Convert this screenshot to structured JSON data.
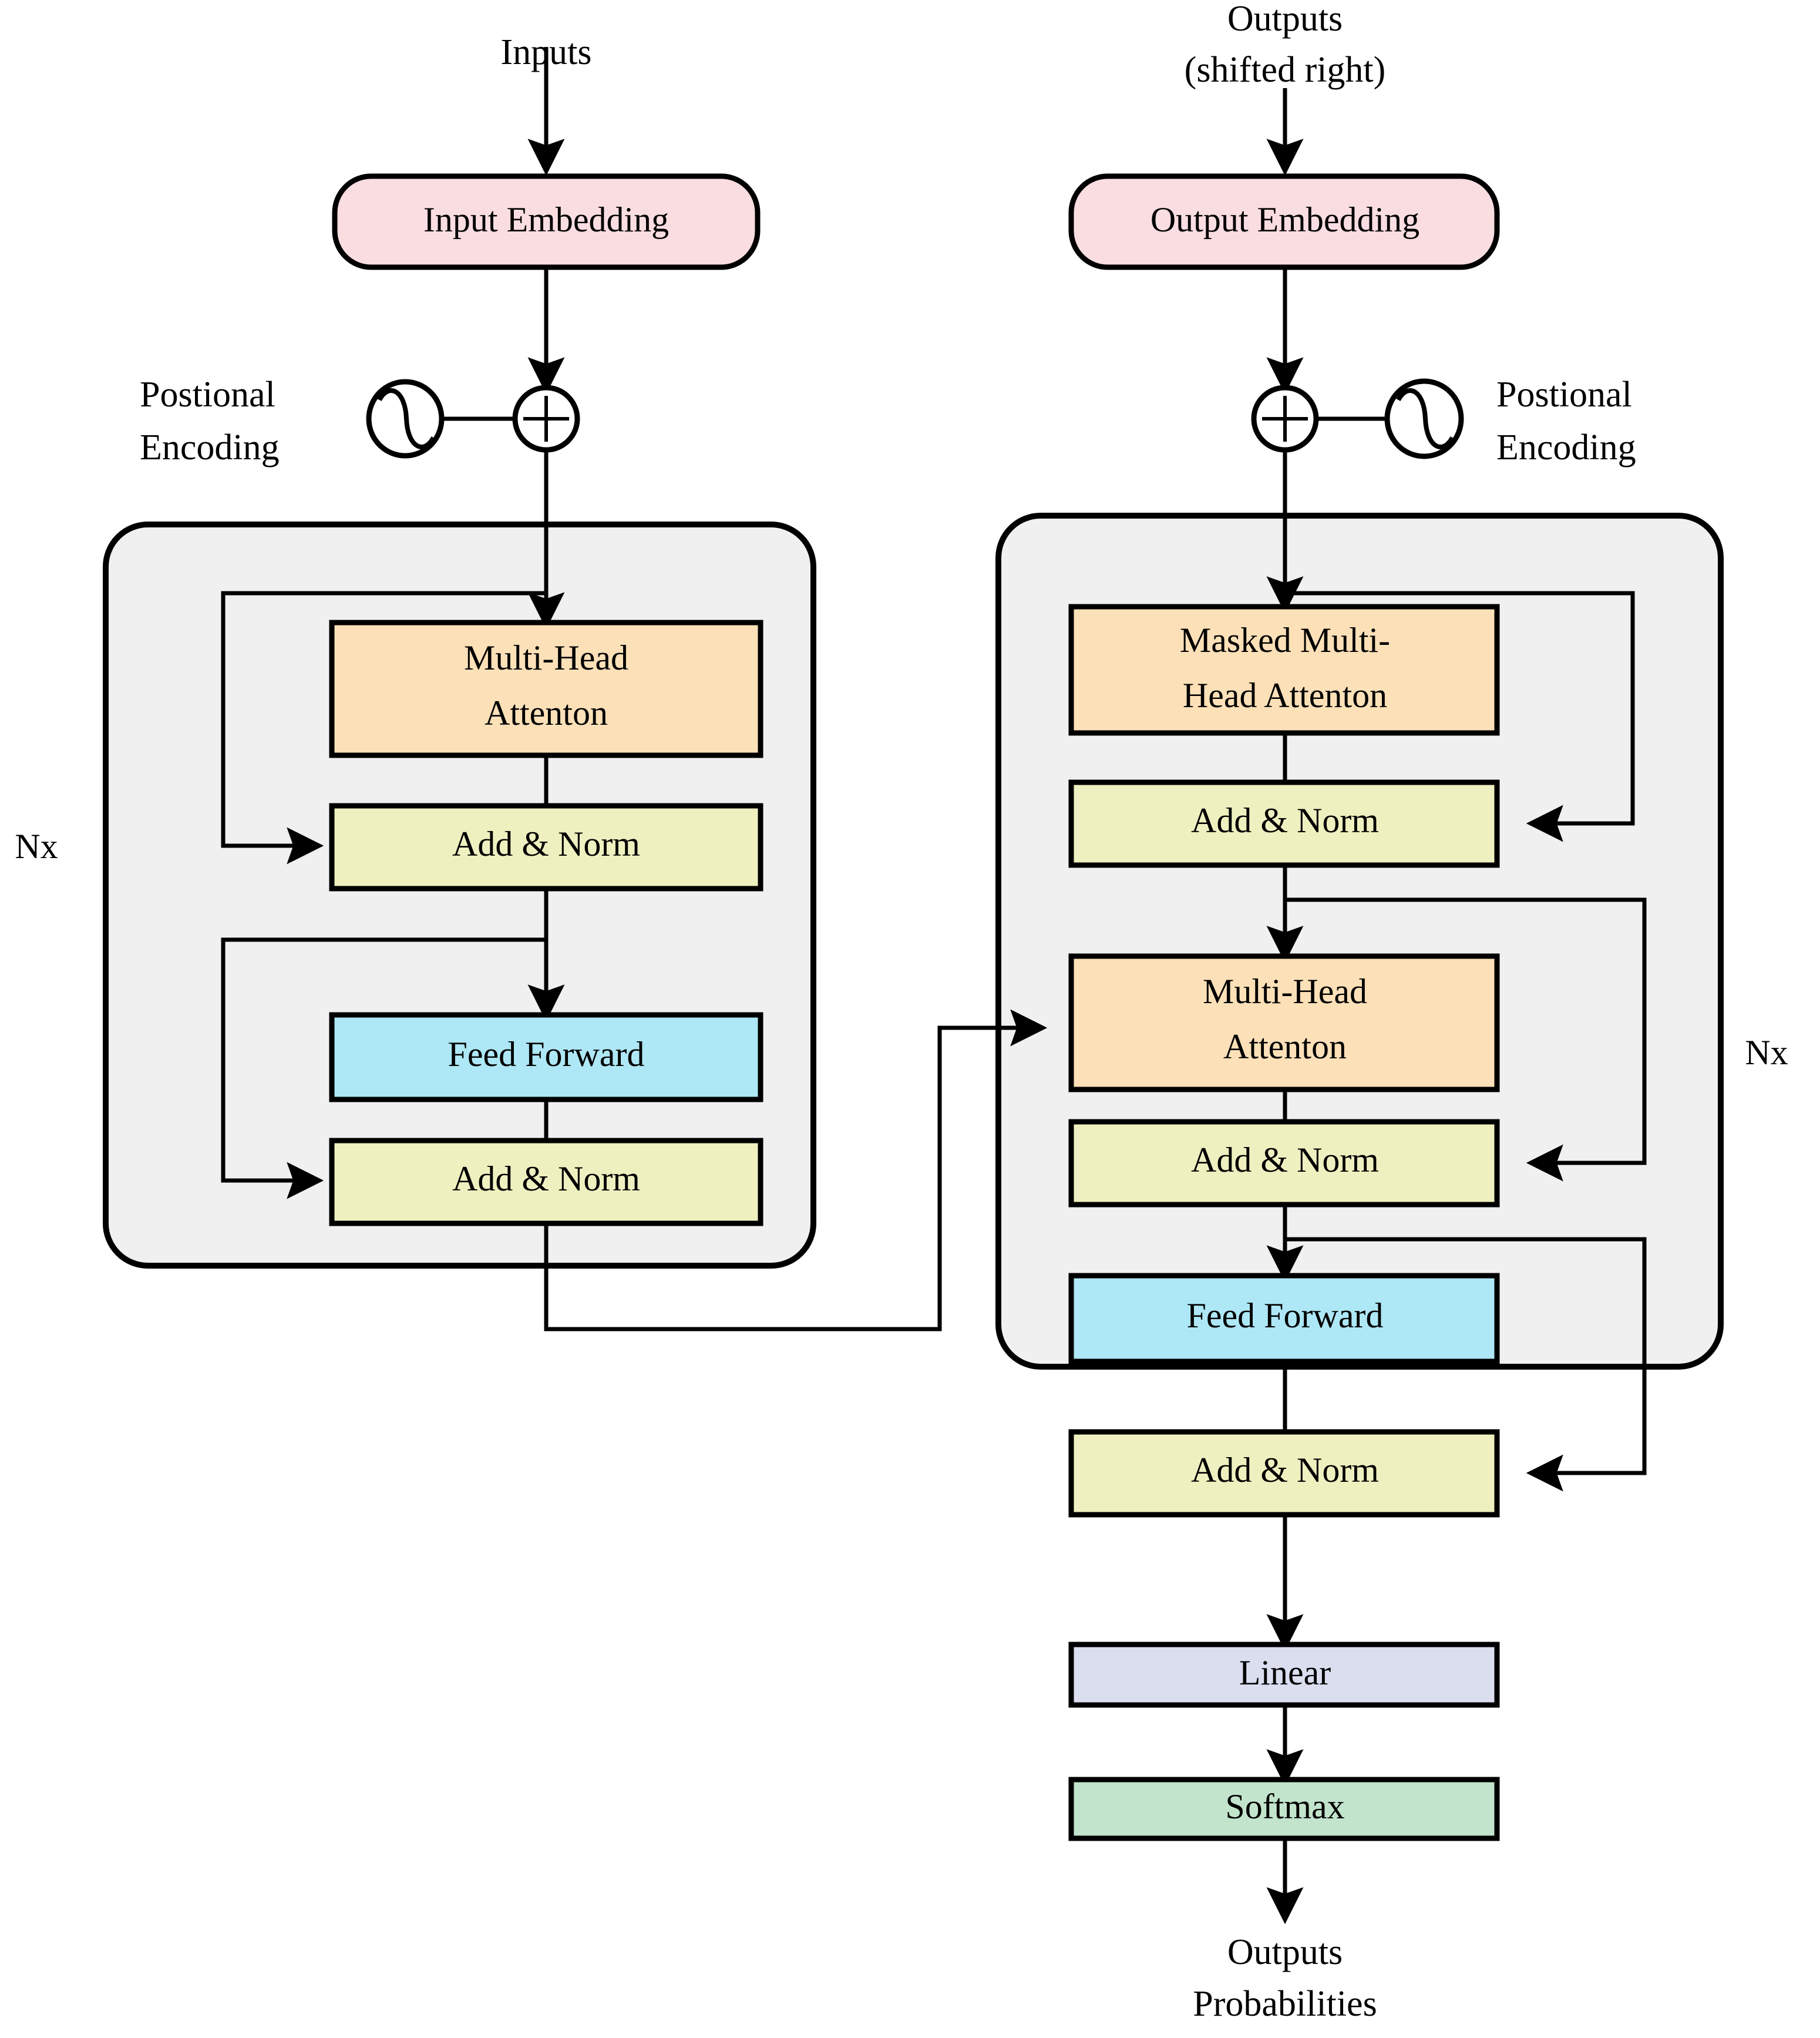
{
  "diagram": {
    "title": "Transformer Architecture",
    "colors": {
      "embedding_pink": "#FADDE0",
      "attention_orange": "#FCE0B8",
      "addnorm_yellow": "#EFF0C0",
      "feedforward_blue": "#AEE7F5",
      "linear_lavender": "#DADEEF",
      "softmax_green": "#C2E4CC",
      "container_gray": "#F0F0F0",
      "stroke_black": "#000000",
      "background_white": "#FFFFFF"
    },
    "encoder": {
      "input_label": "Inputs",
      "embedding_label": "Input Embedding",
      "positional_encoding_label_line1": "Postional",
      "positional_encoding_label_line2": "Encoding",
      "repeat_label": "Nx",
      "blocks": [
        {
          "label_line1": "Multi-Head",
          "label_line2": "Attenton"
        },
        {
          "label_line1": "Add & Norm",
          "label_line2": ""
        },
        {
          "label_line1": "Feed Forward",
          "label_line2": ""
        },
        {
          "label_line1": "Add & Norm",
          "label_line2": ""
        }
      ]
    },
    "decoder": {
      "input_label_line1": "Outputs",
      "input_label_line2": "(shifted right)",
      "embedding_label": "Output Embedding",
      "positional_encoding_label_line1": "Postional",
      "positional_encoding_label_line2": "Encoding",
      "repeat_label": "Nx",
      "blocks": [
        {
          "label_line1": "Masked Multi-",
          "label_line2": "Head Attenton"
        },
        {
          "label_line1": "Add & Norm",
          "label_line2": ""
        },
        {
          "label_line1": "Multi-Head",
          "label_line2": "Attenton"
        },
        {
          "label_line1": "Add & Norm",
          "label_line2": ""
        },
        {
          "label_line1": "Feed Forward",
          "label_line2": ""
        },
        {
          "label_line1": "Add & Norm",
          "label_line2": ""
        }
      ]
    },
    "head": {
      "linear_label": "Linear",
      "softmax_label": "Softmax",
      "output_label_line1": "Outputs",
      "output_label_line2": "Probabilities"
    },
    "icons": {
      "plus_circle": "plus-circle-icon",
      "sine_wave_circle": "sine-wave-circle-icon",
      "arrow_head": "arrow-head-icon"
    }
  }
}
